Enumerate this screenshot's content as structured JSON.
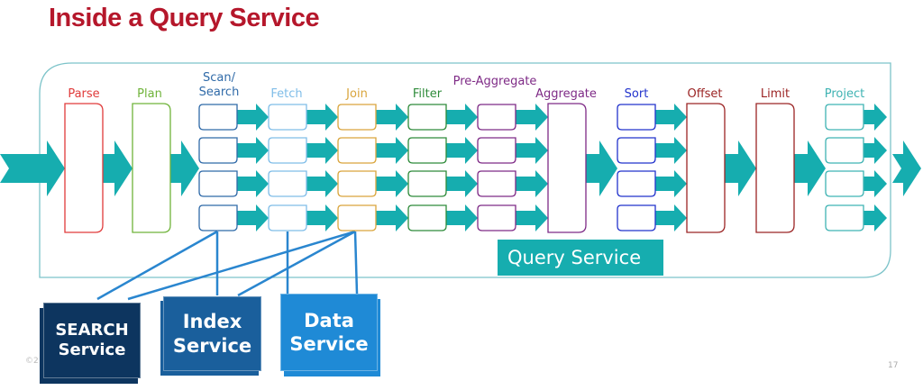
{
  "title": "Inside a Query Service",
  "colors": {
    "title": "#b5172b",
    "arrow": "#16adaf",
    "container": "#7cc3c9"
  },
  "stages": [
    {
      "id": "parse",
      "label": "Parse",
      "color": "#e03a3a",
      "kind": "tall"
    },
    {
      "id": "plan",
      "label": "Plan",
      "color": "#6fb33a",
      "kind": "tall"
    },
    {
      "id": "scan",
      "label": "Scan/\nSearch",
      "color": "#2f6aa8",
      "kind": "parallel"
    },
    {
      "id": "fetch",
      "label": "Fetch",
      "color": "#7fbde8",
      "kind": "parallel"
    },
    {
      "id": "join",
      "label": "Join",
      "color": "#d9a53c",
      "kind": "parallel"
    },
    {
      "id": "filter",
      "label": "Filter",
      "color": "#2e8b3a",
      "kind": "parallel"
    },
    {
      "id": "preagg",
      "label": "Pre-Aggregate",
      "color": "#7e2a86",
      "kind": "parallel"
    },
    {
      "id": "agg",
      "label": "Aggregate",
      "color": "#7e2a86",
      "kind": "tall"
    },
    {
      "id": "sort",
      "label": "Sort",
      "color": "#2233cc",
      "kind": "parallel"
    },
    {
      "id": "offset",
      "label": "Offset",
      "color": "#9b2424",
      "kind": "tall"
    },
    {
      "id": "limit",
      "label": "Limit",
      "color": "#9b2424",
      "kind": "tall"
    },
    {
      "id": "project",
      "label": "Project",
      "color": "#3fb3b3",
      "kind": "parallel"
    }
  ],
  "query_service_label": "Query Service",
  "services": [
    {
      "id": "search",
      "line1": "SEARCH",
      "line2": "Service",
      "color": "#0d355f"
    },
    {
      "id": "index",
      "line1": "Index",
      "line2": "Service",
      "color": "#1a5f9c"
    },
    {
      "id": "data",
      "line1": "Data",
      "line2": "Service",
      "color": "#1f8ad6"
    }
  ],
  "connector_color": "#2a86cf",
  "footer": {
    "copyright": "©2",
    "page_number": "17"
  }
}
